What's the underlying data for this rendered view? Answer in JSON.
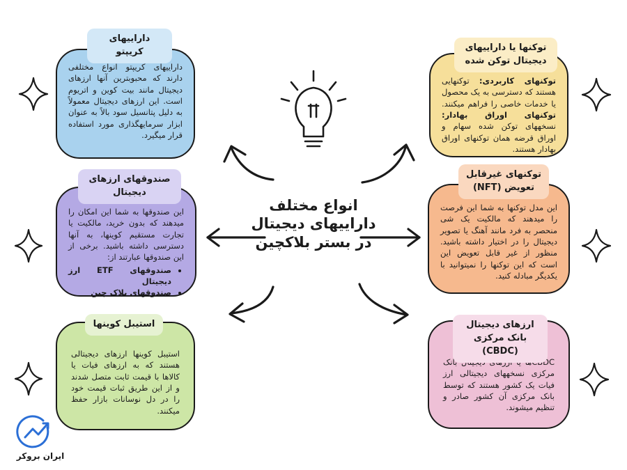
{
  "center": {
    "title": "انواع مختلف داراییهای دیجیتال در بستر بلاکچین"
  },
  "crypto": {
    "title": "داراییهای کریپتو",
    "text": "داراییهای کریپتو انواع مختلفی دارند که محبوبترین آنها ارزهای دیجیتال مانند بیت کوین و اتریوم است. این ارزهای دیجیتال معمولاً به دلیل پتانسیل سود بالاً به عنوان ابزار سرمایهگذاری مورد استفاده قرار میگیرد."
  },
  "funds": {
    "title": "صندوقهای ارزهای دیجیتال",
    "text": "این صندوقها به شما این امکان را میدهند که بدون خرید، مالکیت یا تجارت مستقیم کوینها، به آنها دسترسی داشته باشید. برخی از این صندوقها عبارتند از:",
    "items": [
      "صندوقهای ETF ارز دیجیتال",
      "صندوقهای بلاک چین"
    ]
  },
  "stable": {
    "title": "استیبل کوینها",
    "text": "استیبل کوینها ارزهای دیجیتالی هستند که به ارزهای فیات یا کالاها با قیمت ثابت متصل شدند و از این طریق ثبات قیمت خود را در دل نوسانات بازار حفظ میکنند."
  },
  "tokens": {
    "title": "توکنها یا داراییهای دیجیتال توکن شده",
    "label1": "توکنهای کاربردی:",
    "text1": "توکنهایی هستند که دسترسی به یک محصول یا خدمات خاصی را فراهم میکنند.",
    "label2": "توکنهای اوراق بهادار:",
    "text2": "نسخههای توکن شده سهام و اوراق قرضه همان توکنهای اوراق بهادار هستند."
  },
  "nft": {
    "title": "توکنهای غیرقابل تعویض (NFT)",
    "text": "این مدل توکنها به شما این فرصت را میدهند که مالکیت یک شی منحصر به فرد مانند آهنگ یا تصویر دیجیتال را در اختیار داشته باشید. منظور از غیر قابل تعویض این است که این توکنها را نمیتوانید با یکدیگر مبادله کنید."
  },
  "cbdc": {
    "title": "ارزهای دیجیتال بانک مرکزی (CBDC)",
    "text": "CBDCها یا ارزهای دیجیتال بانک مرکزی نسخههای دیجیتالی ارز فیات یک کشور هستند که توسط بانک مرکزی آن کشور صادر و تنظیم میشوند."
  },
  "brand": {
    "name": "ایران بروکر"
  },
  "colors": {
    "crypto": "#a9d2ee",
    "crypto_tag": "#d3e8f7",
    "funds": "#b4a9e4",
    "funds_tag": "#d9d3f3",
    "stable": "#cde6a6",
    "stable_tag": "#e6f2d2",
    "tokens": "#f6df9a",
    "tokens_tag": "#fbedc6",
    "nft": "#f6b98e",
    "nft_tag": "#fad8bf",
    "cbdc": "#eec0d6",
    "cbdc_tag": "#f6dce9",
    "brand": "#2b6fd6"
  }
}
